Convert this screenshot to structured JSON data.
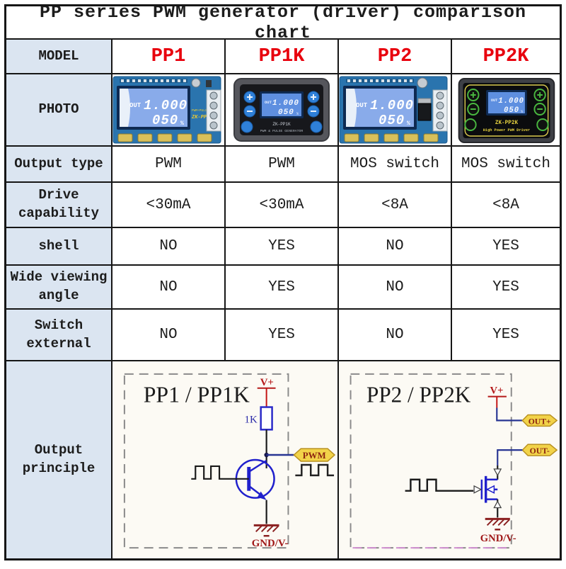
{
  "title": "PP series PWM generator (driver) comparison chart",
  "colors": {
    "model_red": "#e8000d",
    "header_bg": "#dbe5f1",
    "border": "#161616",
    "diagram_bg": "#fcfaf4",
    "tag_yellow": "#f2d349",
    "wire_blue": "#2020cc",
    "gnd_red": "#8b2020"
  },
  "table": {
    "model_label": "MODEL",
    "models": [
      "PP1",
      "PP1K",
      "PP2",
      "PP2K"
    ],
    "rows": {
      "photo": {
        "label": "PHOTO"
      },
      "output_type": {
        "label": "Output type",
        "values": [
          "PWM",
          "PWM",
          "MOS switch",
          "MOS switch"
        ]
      },
      "drive": {
        "label": "Drive capability",
        "values": [
          "<30mA",
          "<30mA",
          "<8A",
          "<8A"
        ]
      },
      "shell": {
        "label": "shell",
        "values": [
          "NO",
          "YES",
          "NO",
          "YES"
        ]
      },
      "viewing": {
        "label": "Wide viewing angle",
        "values": [
          "NO",
          "YES",
          "NO",
          "YES"
        ]
      },
      "switch": {
        "label": "Switch external",
        "values": [
          "NO",
          "YES",
          "NO",
          "YES"
        ]
      },
      "principle": {
        "label": "Output principle"
      }
    }
  },
  "photos": {
    "lcd": {
      "out": "OUT",
      "value1": "1.000",
      "value2": "050",
      "percent": "%"
    },
    "pp1": {
      "board_label": "ZK-PP1",
      "tiny_label": "PWM+PULSE"
    },
    "pp1k": {
      "model_label": "ZK-PP1K",
      "subtitle": "PWM & PULSE GENERATOR"
    },
    "pp2k": {
      "model_label": "ZK-PP2K",
      "subtitle": "High Power PWM Driver"
    }
  },
  "diagrams": {
    "left": {
      "title": "PP1 / PP1K",
      "vplus": "V+",
      "resistor": "1K",
      "tag": "PWM",
      "gnd": "GND/V-"
    },
    "right": {
      "title": "PP2 / PP2K",
      "vplus": "V+",
      "tag_plus": "OUT+",
      "tag_minus": "OUT-",
      "gnd": "GND/V-"
    }
  },
  "chart_data": {
    "type": "table",
    "title": "PP series PWM generator (driver) comparison chart",
    "columns": [
      "MODEL",
      "PP1",
      "PP1K",
      "PP2",
      "PP2K"
    ],
    "rows": [
      [
        "Output type",
        "PWM",
        "PWM",
        "MOS switch",
        "MOS switch"
      ],
      [
        "Drive capability",
        "<30mA",
        "<30mA",
        "<8A",
        "<8A"
      ],
      [
        "shell",
        "NO",
        "YES",
        "NO",
        "YES"
      ],
      [
        "Wide viewing angle",
        "NO",
        "YES",
        "NO",
        "YES"
      ],
      [
        "Switch external",
        "NO",
        "YES",
        "NO",
        "YES"
      ]
    ],
    "notes": "Output principle row: PP1/PP1K output a PWM logic signal via an NPN transistor with 1K pull-up to V+ (PWM tag, GND/V-); PP2/PP2K switch an N-channel MOSFET giving OUT+ and OUT- terminals (MOS switch, GND/V-)."
  }
}
